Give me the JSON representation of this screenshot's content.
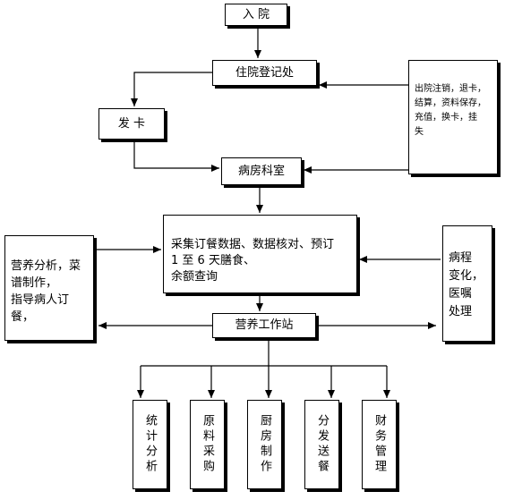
{
  "nodes": {
    "admission": "入 院",
    "registration": "住院登记处",
    "issue_card": "发 卡",
    "ward": "病房科室",
    "collect": "采集订餐数据、数据核对、预订\n1 至 6 天膳食、\n余额查询",
    "nutrition_station": "营养工作站",
    "discharge_ops": "出院注销，退卡，\n结算，资料保存，\n充值，换卡，挂\n失",
    "nutrition_analysis": "营养分析，菜\n谱制作，\n指导病人订\n餐，",
    "condition_change": "病程\n变化，\n医嘱\n处理"
  },
  "modules": [
    "统计分析",
    "原料采购",
    "厨房制作",
    "分发送餐",
    "财务管理"
  ]
}
